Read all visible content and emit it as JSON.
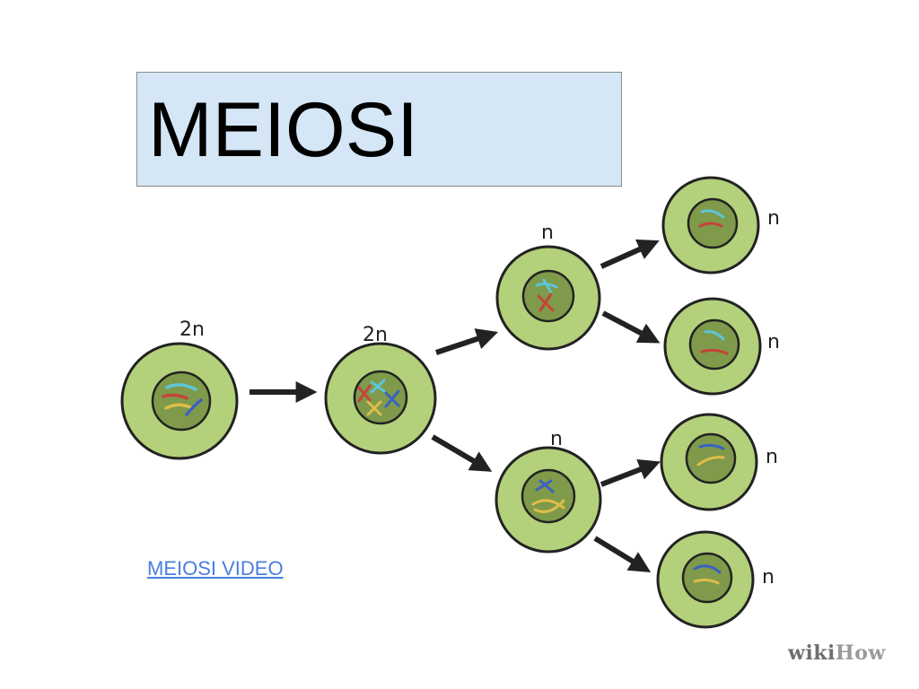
{
  "title": "MEIOSI",
  "link": {
    "label": "MEIOSI VIDEO"
  },
  "logo": {
    "wiki": "wiki",
    "how": "How"
  },
  "labels": {
    "parent": "2n",
    "replicated": "2n",
    "upper_daughter": "n",
    "lower_daughter": "n",
    "gamete_1": "n",
    "gamete_2": "n",
    "gamete_3": "n",
    "gamete_4": "n"
  },
  "colors": {
    "title_background": "#d5e7f6",
    "cell_cytoplasm": "#b3d07a",
    "cell_nucleus": "#7e9a4a",
    "link": "#4a7ee0",
    "chromosome_cyan": "#5ec4d8",
    "chromosome_red": "#c6443a",
    "chromosome_blue": "#3b62c0",
    "chromosome_yellow": "#e0bc4a"
  }
}
